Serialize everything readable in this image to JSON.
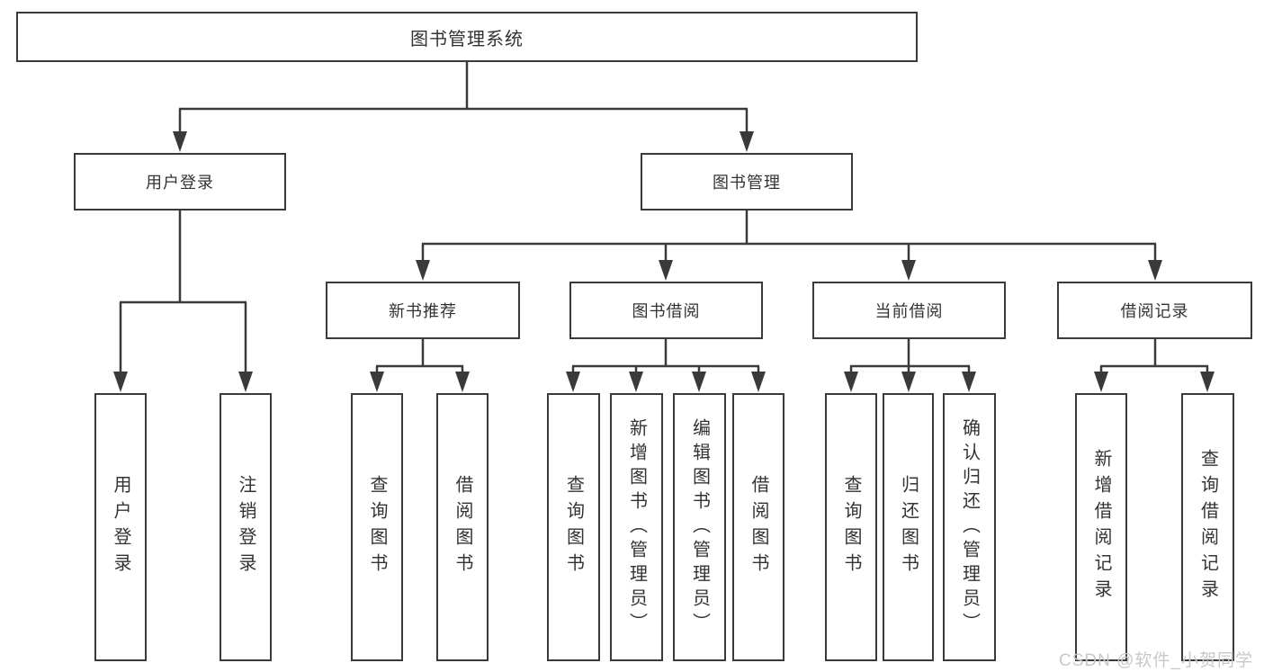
{
  "diagram": {
    "type": "hierarchy-tree",
    "title": "图书管理系统",
    "watermark": "CSDN @软件_小贺同学",
    "colors": {
      "line": "#3a3a3a",
      "text": "#333333",
      "watermark": "#c8c8c8",
      "background": "#ffffff"
    }
  },
  "nodes": {
    "root": "图书管理系统",
    "level2": [
      "用户登录",
      "图书管理"
    ],
    "level3": [
      "新书推荐",
      "图书借阅",
      "当前借阅",
      "借阅记录"
    ],
    "leaves": [
      "用户登录",
      "注销登录",
      "查询图书",
      "借阅图书",
      "查询图书",
      "新增图书（管理员）",
      "编辑图书（管理员）",
      "借阅图书",
      "查询图书",
      "归还图书",
      "确认归还（管理员）",
      "新增借阅记录",
      "查询借阅记录"
    ]
  },
  "hierarchy": {
    "图书管理系统": {
      "用户登录": [
        "用户登录",
        "注销登录"
      ],
      "图书管理": {
        "新书推荐": [
          "查询图书",
          "借阅图书"
        ],
        "图书借阅": [
          "查询图书",
          "新增图书（管理员）",
          "编辑图书（管理员）",
          "借阅图书"
        ],
        "当前借阅": [
          "查询图书",
          "归还图书",
          "确认归还（管理员）"
        ],
        "借阅记录": [
          "新增借阅记录",
          "查询借阅记录"
        ]
      }
    }
  }
}
